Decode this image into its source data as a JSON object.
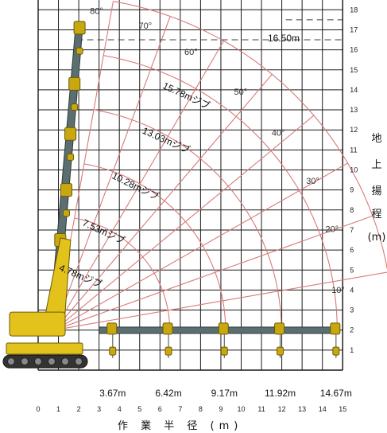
{
  "chart_data": {
    "type": "line",
    "x_ticks": [
      "0",
      "1",
      "2",
      "3",
      "4",
      "5",
      "6",
      "7",
      "8",
      "9",
      "10",
      "11",
      "12",
      "13",
      "14",
      "15"
    ],
    "y_ticks": [
      "1",
      "2",
      "3",
      "4",
      "5",
      "6",
      "7",
      "8",
      "9",
      "10",
      "11",
      "12",
      "13",
      "14",
      "15",
      "16",
      "17",
      "18"
    ],
    "xlim": [
      0,
      15
    ],
    "ylim": [
      0,
      18
    ],
    "grid": true,
    "xlabel": "作 業 半 径 (m)",
    "ylabel_chars": [
      "地",
      "上",
      "揚",
      "程",
      "(m)"
    ],
    "radius_labels": [
      {
        "text": "3.67m",
        "value": 3.67
      },
      {
        "text": "6.42m",
        "value": 6.42
      },
      {
        "text": "9.17m",
        "value": 9.17
      },
      {
        "text": "11.92m",
        "value": 11.92
      },
      {
        "text": "14.67m",
        "value": 14.67
      }
    ],
    "jib_labels": [
      {
        "text": "4.78mジブ",
        "length": 4.78
      },
      {
        "text": "7.53mジブ",
        "length": 7.53
      },
      {
        "text": "10.28mジブ",
        "length": 10.28
      },
      {
        "text": "13.03mジブ",
        "length": 13.03
      },
      {
        "text": "15.78mジブ",
        "length": 15.78
      }
    ],
    "angle_labels": [
      {
        "text": "80°",
        "deg": 80
      },
      {
        "text": "70°",
        "deg": 70
      },
      {
        "text": "60°",
        "deg": 60
      },
      {
        "text": "50°",
        "deg": 50
      },
      {
        "text": "40°",
        "deg": 40
      },
      {
        "text": "30°",
        "deg": 30
      },
      {
        "text": "20°",
        "deg": 20
      },
      {
        "text": "10°",
        "deg": 10
      }
    ],
    "max_height_label": "16.50m",
    "max_height": 16.5,
    "boom_pivot": {
      "x": 0.8,
      "y": 2.0
    },
    "colors": {
      "grid": "#1a1a1a",
      "lines": "#d97a7a",
      "boom": "#5c6f70",
      "crane": "#e3c21c",
      "hook": "#c9a70f"
    }
  }
}
